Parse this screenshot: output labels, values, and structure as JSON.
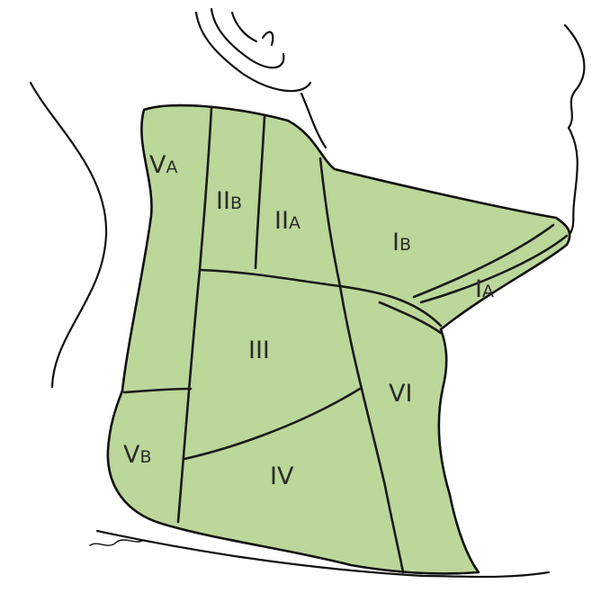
{
  "colors": {
    "region_fill": "#bcd79a",
    "line": "#111111",
    "background": "#ffffff"
  },
  "levels": {
    "va": {
      "main": "V",
      "sub": "A"
    },
    "vb": {
      "main": "V",
      "sub": "B"
    },
    "iib": {
      "main": "II",
      "sub": "B"
    },
    "iia": {
      "main": "II",
      "sub": "A"
    },
    "ib": {
      "main": "I",
      "sub": "B"
    },
    "ia": {
      "main": "I",
      "sub": "A"
    },
    "iii": {
      "main": "III",
      "sub": ""
    },
    "iv": {
      "main": "IV",
      "sub": ""
    },
    "vi": {
      "main": "VI",
      "sub": ""
    }
  }
}
